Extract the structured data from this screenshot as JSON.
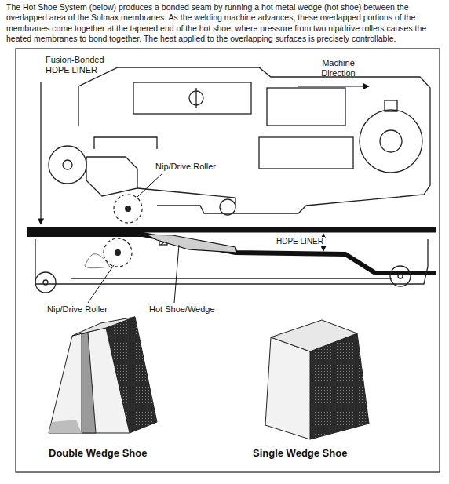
{
  "diagram": {
    "caption": "The Hot Shoe System (below) produces a bonded seam by running a hot metal wedge (hot shoe) between the overlapped area of the Solmax membranes. As the welding machine advances, these overlapped portions of the membranes come together at the tapered end of the hot shoe, where pressure from two nip/drive rollers causes the heated membranes to bond together. The heat applied to the overlapping surfaces is precisely controllable.",
    "labels": [
      "Fusion-Bonded HDPE LINER",
      "Machine Direction",
      "Nip/Drive Roller",
      "HDPE LINER",
      "Nip/Drive Roller",
      "Hot Shoe/Wedge",
      "Double Wedge Shoe",
      "Single Wedge Shoe"
    ]
  }
}
